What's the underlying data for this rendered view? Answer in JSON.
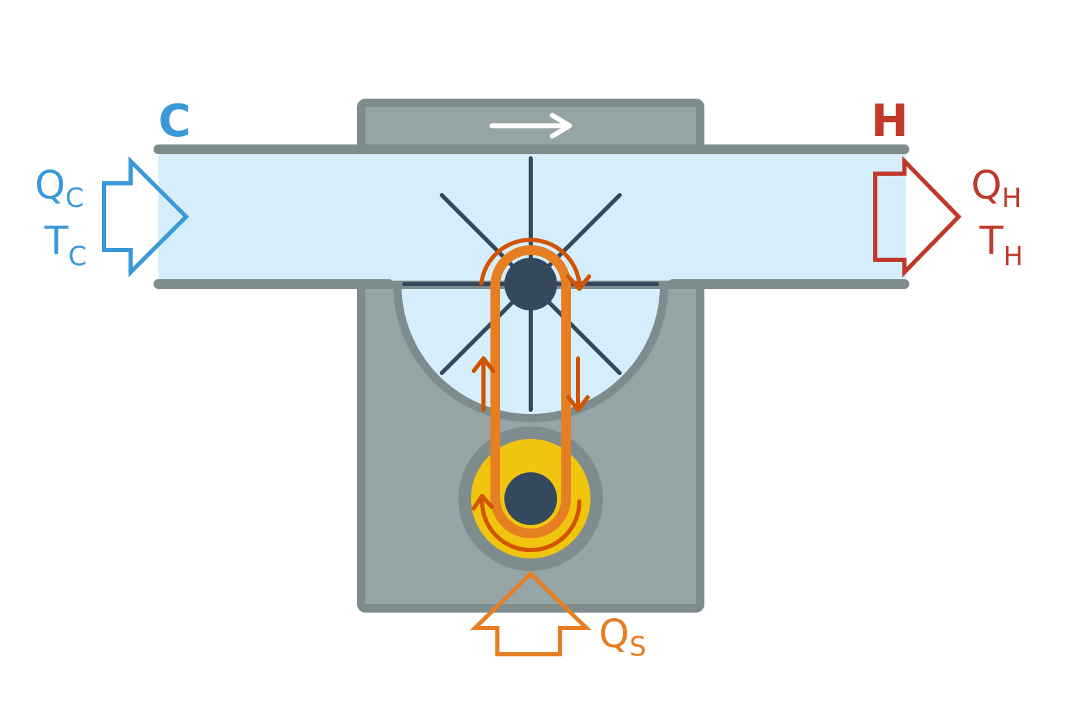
{
  "colors": {
    "cold": "#3a9ad9",
    "hot": "#c0392b",
    "source": "#e67e22",
    "belt": "#e67e22",
    "belt_arrow": "#d35400",
    "duct_fill": "#d6eefc",
    "housing": "#95a5a6",
    "housing_stroke": "#7f8c8d",
    "hub": "#34495e",
    "pulley": "#f1c40f",
    "flow_arrow": "#ffffff"
  },
  "labels": {
    "cold_side": "C",
    "hot_side": "H",
    "q_cold_main": "Q",
    "q_cold_sub": "C",
    "t_cold_main": "T",
    "t_cold_sub": "C",
    "q_hot_main": "Q",
    "q_hot_sub": "H",
    "t_hot_main": "T",
    "t_hot_sub": "H",
    "q_source_main": "Q",
    "q_source_sub": "S"
  },
  "icons": {
    "inlet_arrow": "hollow-arrow-right",
    "outlet_arrow": "hollow-arrow-right",
    "source_arrow": "hollow-arrow-up",
    "flow_direction": "arrow-right",
    "rotation": "curved-arrow"
  }
}
